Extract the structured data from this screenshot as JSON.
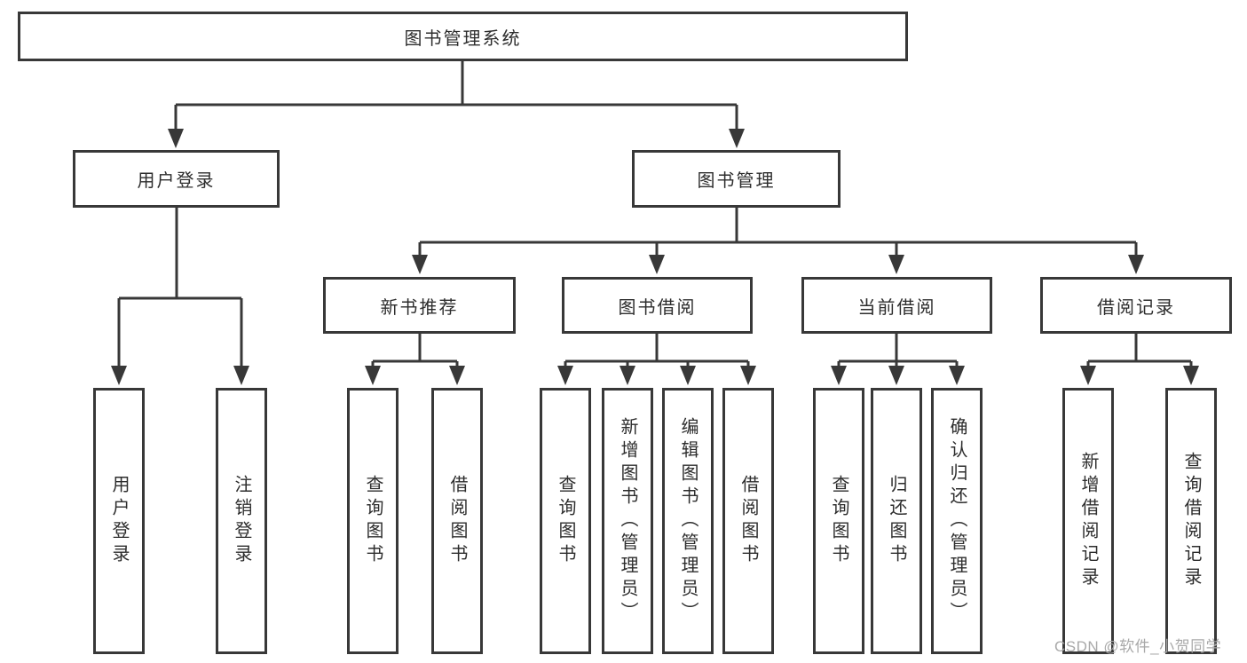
{
  "title": "图书管理系统",
  "colors": {
    "line": "#383838",
    "text": "#2d2d2d",
    "watermark": "#a9a9a9",
    "background": "#ffffff"
  },
  "tree": {
    "root": {
      "label": "图书管理系统"
    },
    "user_login": {
      "label": "用户登录",
      "children": [
        {
          "label": "用户登录"
        },
        {
          "label": "注销登录"
        }
      ]
    },
    "book_management": {
      "label": "图书管理",
      "children": {
        "new_book_recommend": {
          "label": "新书推荐",
          "children": [
            {
              "label": "查询图书"
            },
            {
              "label": "借阅图书"
            }
          ]
        },
        "book_borrow": {
          "label": "图书借阅",
          "children": [
            {
              "label": "查询图书"
            },
            {
              "label": "新增图书（管理员）"
            },
            {
              "label": "编辑图书（管理员）"
            },
            {
              "label": "借阅图书"
            }
          ]
        },
        "current_borrow": {
          "label": "当前借阅",
          "children": [
            {
              "label": "查询图书"
            },
            {
              "label": "归还图书"
            },
            {
              "label": "确认归还（管理员）"
            }
          ]
        },
        "borrow_records": {
          "label": "借阅记录",
          "children": [
            {
              "label": "新增借阅记录"
            },
            {
              "label": "查询借阅记录"
            }
          ]
        }
      }
    }
  },
  "watermark": {
    "text": "CSDN @软件_小贺同学"
  }
}
